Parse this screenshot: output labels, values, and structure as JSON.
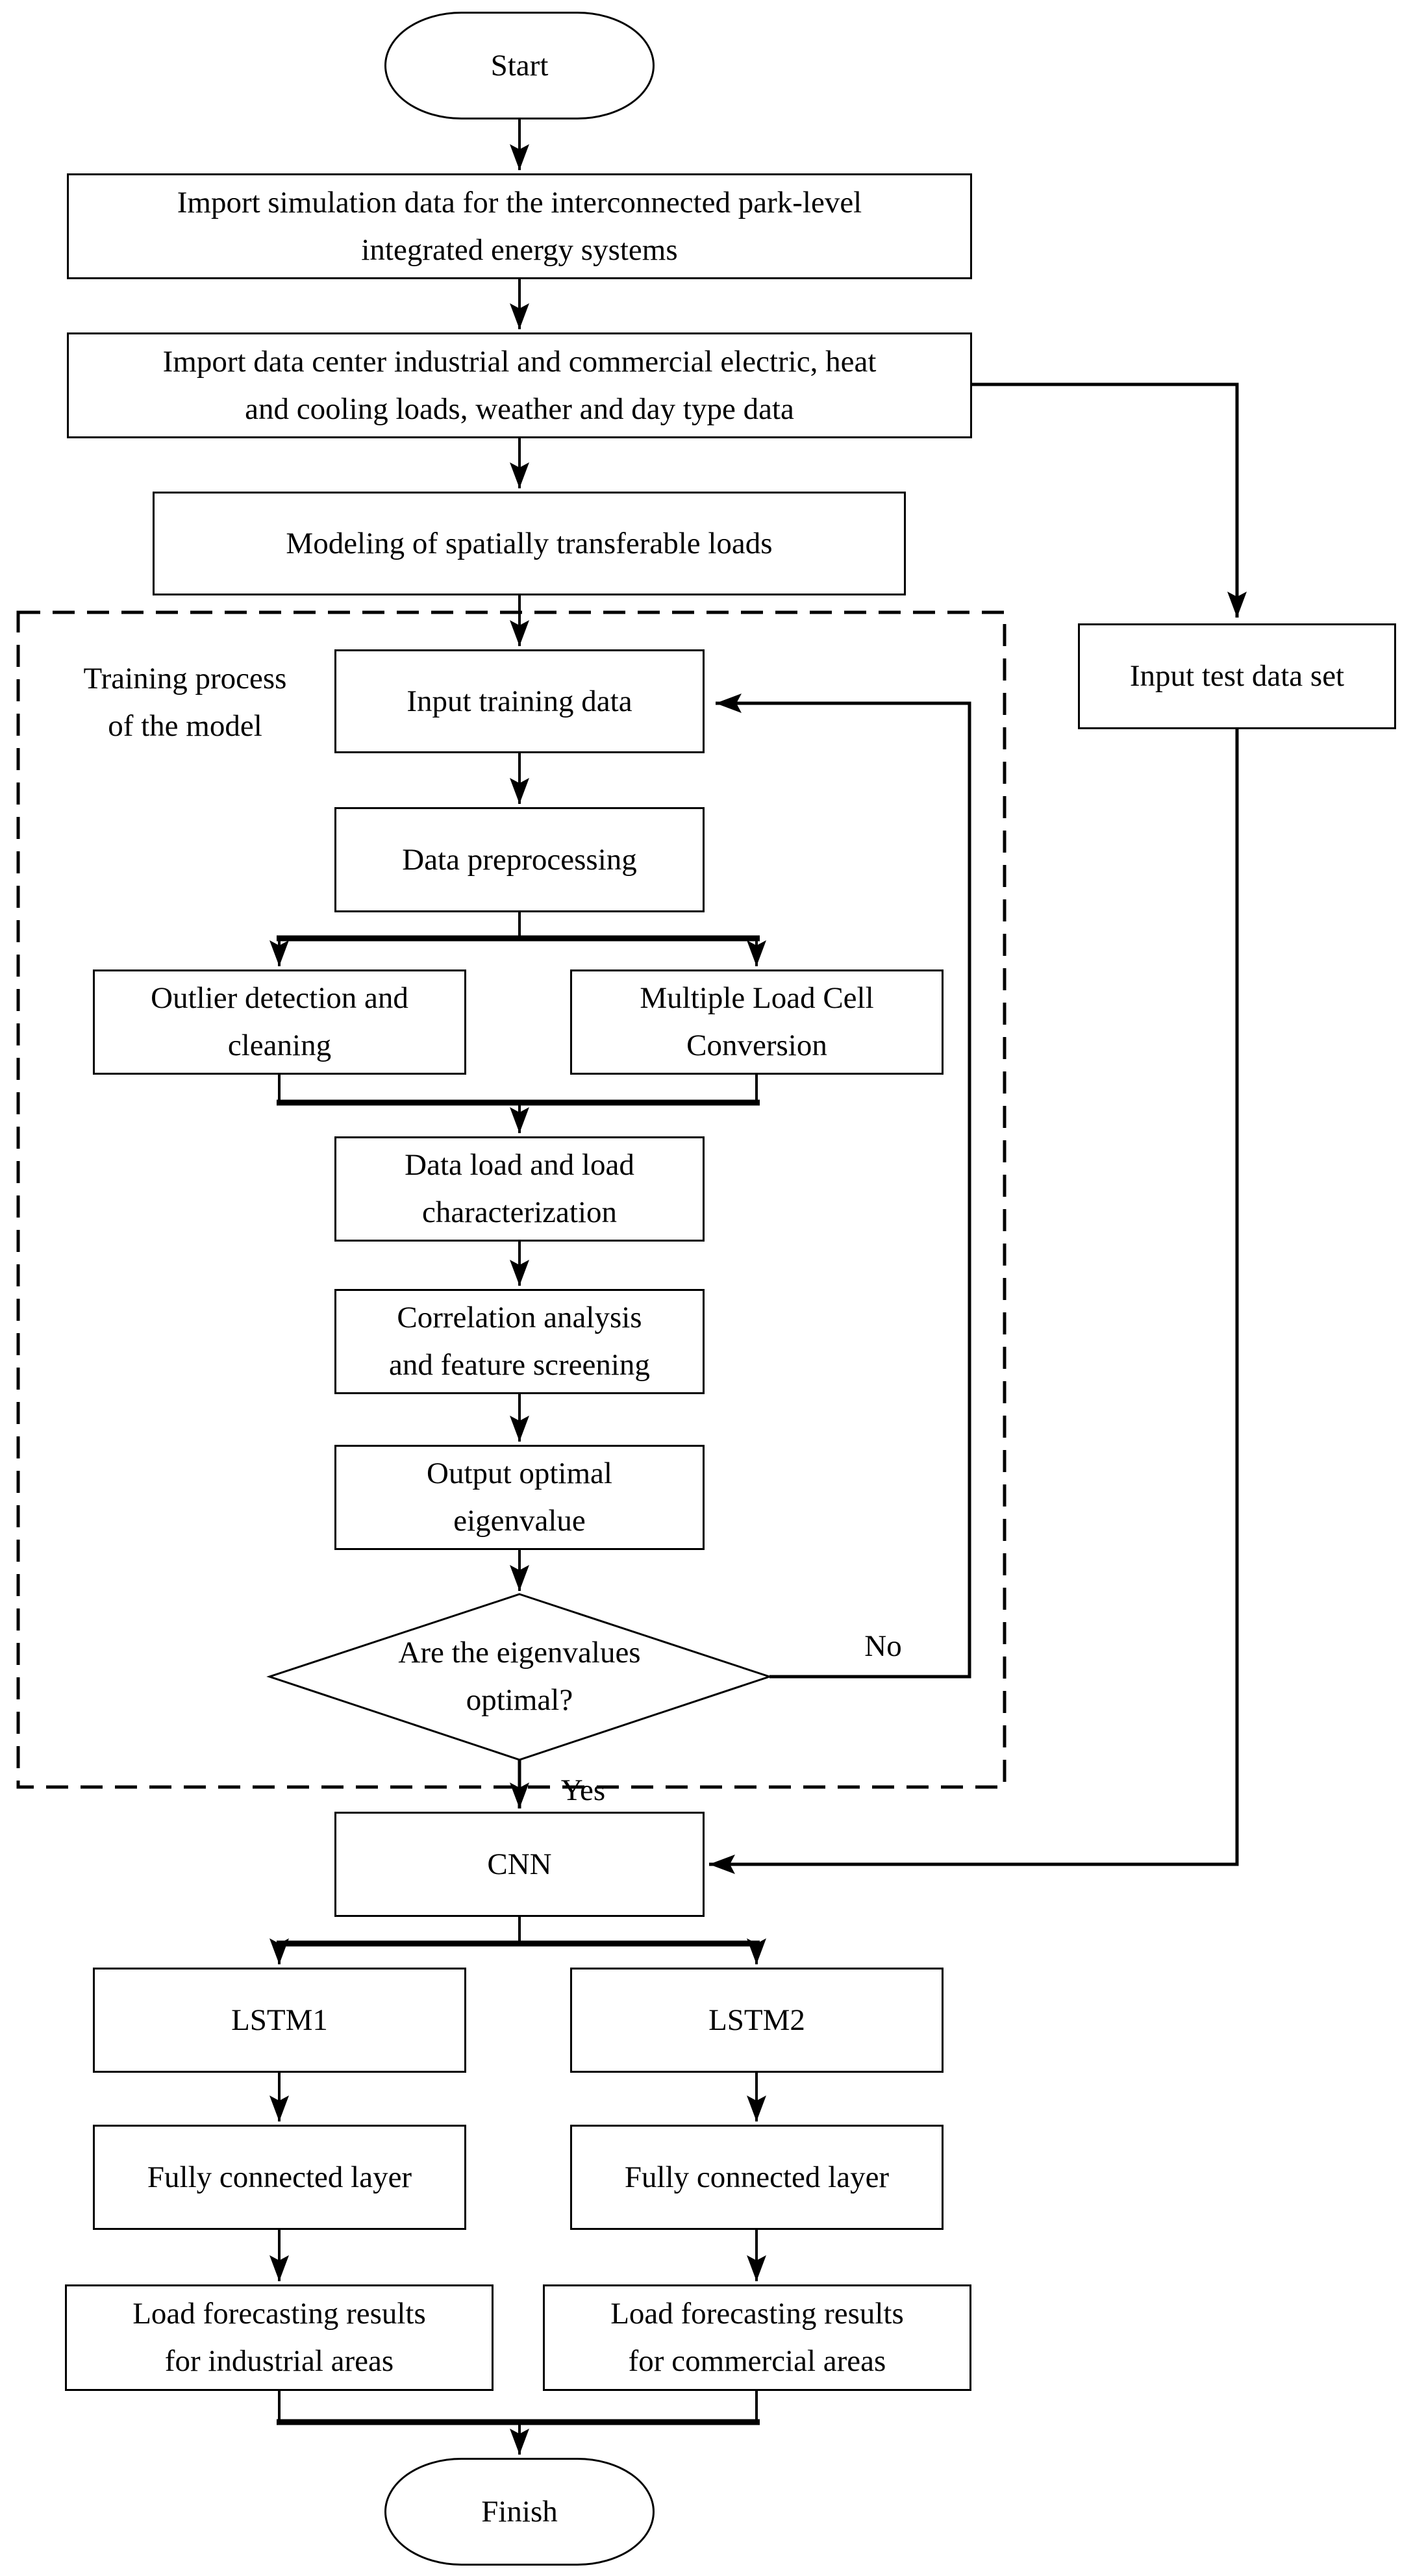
{
  "diagram": {
    "type": "flowchart",
    "colors": {
      "stroke": "#000000",
      "background": "#ffffff"
    }
  },
  "nodes": {
    "start": {
      "shape": "terminator",
      "label": "Start"
    },
    "import_simulation": {
      "shape": "process",
      "label": "Import simulation data for the interconnected park-level\nintegrated energy systems"
    },
    "import_data_center": {
      "shape": "process",
      "label": "Import data center industrial and commercial electric, heat\nand cooling loads, weather and day type data"
    },
    "modeling": {
      "shape": "process",
      "label": "Modeling of spatially transferable loads"
    },
    "input_test": {
      "shape": "process",
      "label": "Input test data set"
    },
    "input_training": {
      "shape": "process",
      "label": "Input training data"
    },
    "data_preprocessing": {
      "shape": "process",
      "label": "Data preprocessing"
    },
    "outlier_cleaning": {
      "shape": "process",
      "label": "Outlier detection and\ncleaning"
    },
    "load_cell_conversion": {
      "shape": "process",
      "label": "Multiple Load Cell\nConversion"
    },
    "data_load_characterization": {
      "shape": "process",
      "label": "Data load and load\ncharacterization"
    },
    "correlation_screening": {
      "shape": "process",
      "label": "Correlation analysis\nand feature screening"
    },
    "output_eigenvalue": {
      "shape": "process",
      "label": "Output optimal\neigenvalue"
    },
    "decision_eigenvalues": {
      "shape": "decision",
      "label": "Are the eigenvalues\noptimal?"
    },
    "cnn": {
      "shape": "process",
      "label": "CNN"
    },
    "lstm1": {
      "shape": "process",
      "label": "LSTM1"
    },
    "lstm2": {
      "shape": "process",
      "label": "LSTM2"
    },
    "fully_connected_left": {
      "shape": "process",
      "label": "Fully connected layer"
    },
    "fully_connected_right": {
      "shape": "process",
      "label": "Fully connected layer"
    },
    "forecast_industrial": {
      "shape": "process",
      "label": "Load forecasting results\nfor industrial areas"
    },
    "forecast_commercial": {
      "shape": "process",
      "label": "Load forecasting results\nfor commercial areas"
    },
    "finish": {
      "shape": "terminator",
      "label": "Finish"
    }
  },
  "region": {
    "training_process": {
      "label": "Training process\nof the model"
    }
  },
  "edge_labels": {
    "yes": "Yes",
    "no": "No"
  }
}
